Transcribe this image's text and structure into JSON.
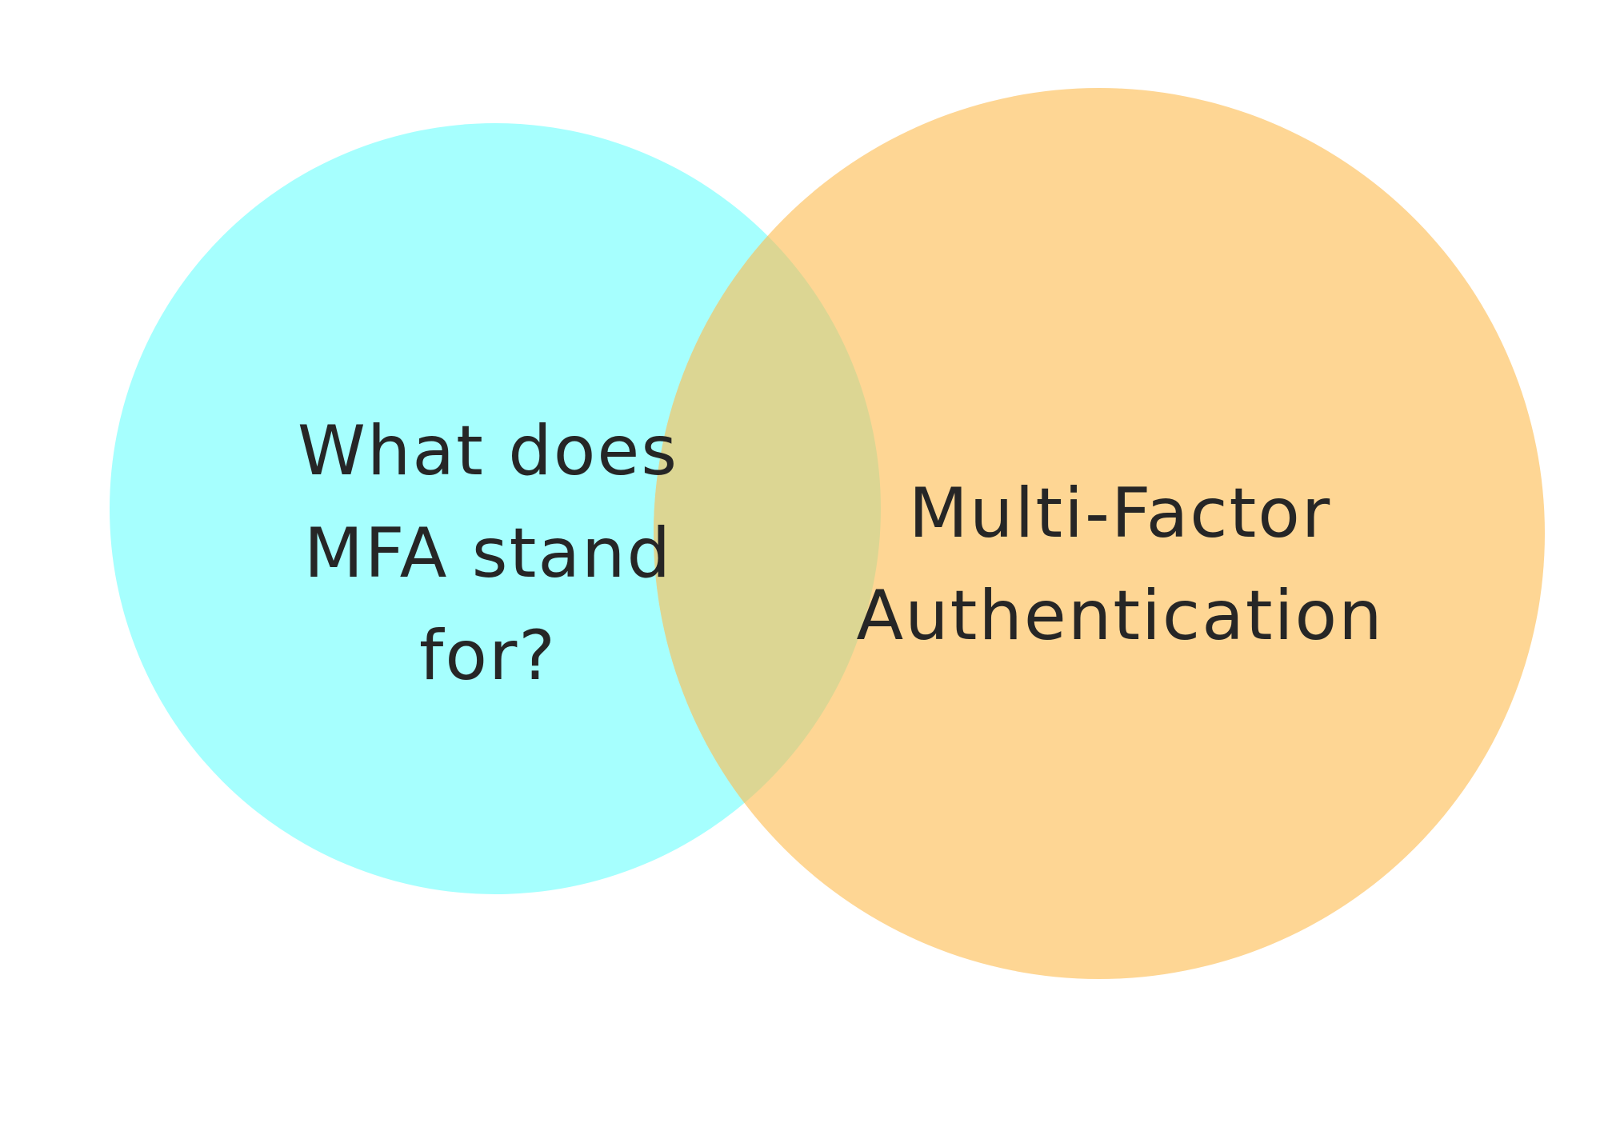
{
  "diagram": {
    "type": "venn",
    "left_circle": {
      "text_lines": [
        "What does",
        "MFA stand",
        "for?"
      ],
      "color": "#a6fffe"
    },
    "right_circle": {
      "text_lines": [
        "Multi-Factor",
        "Authentication"
      ],
      "color": "#fed694"
    },
    "overlap_color": "#dcd693"
  }
}
